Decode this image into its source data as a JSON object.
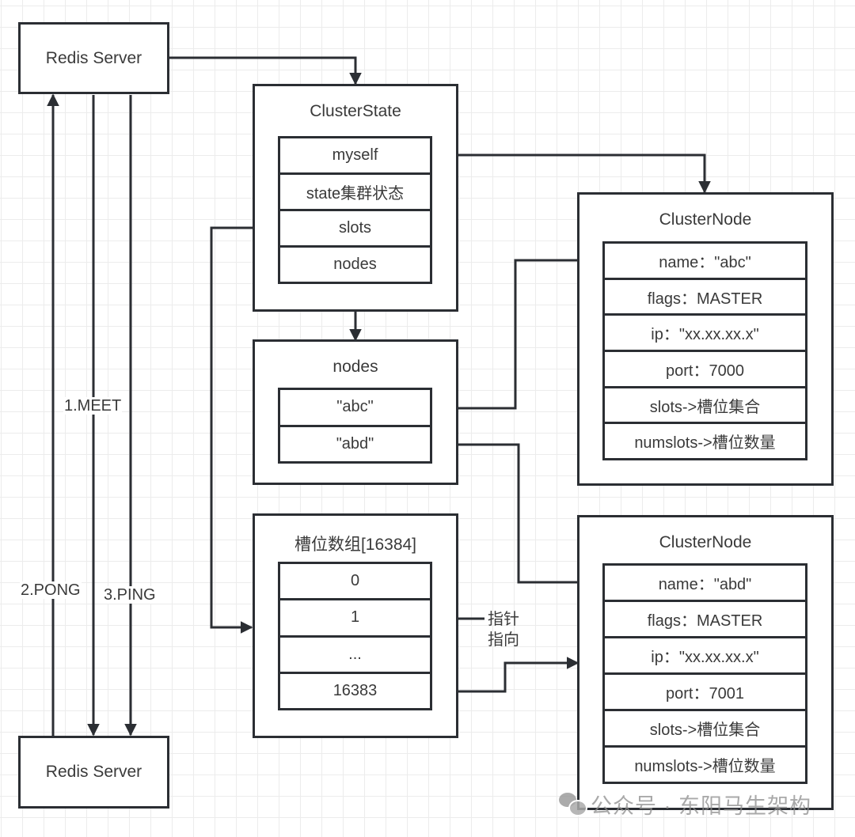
{
  "servers": {
    "top": {
      "label": "Redis Server"
    },
    "bottom": {
      "label": "Redis Server"
    }
  },
  "messages": [
    {
      "label": "1.MEET",
      "direction": "top-to-bottom"
    },
    {
      "label": "2.PONG",
      "direction": "bottom-to-top"
    },
    {
      "label": "3.PING",
      "direction": "top-to-bottom"
    }
  ],
  "cluster_state": {
    "title": "ClusterState",
    "fields": [
      "myself",
      "state集群状态",
      "slots",
      "nodes"
    ]
  },
  "nodes_dict": {
    "title": "nodes",
    "entries": [
      "\"abc\"",
      "\"abd\""
    ]
  },
  "slot_array": {
    "title": "槽位数组[16384]",
    "entries": [
      "0",
      "1",
      "...",
      "16383"
    ]
  },
  "pointer_note": {
    "line1": "指针",
    "line2": "指向"
  },
  "cluster_nodes": [
    {
      "title": "ClusterNode",
      "fields": [
        "name：\"abc\"",
        "flags：MASTER",
        "ip：\"xx.xx.xx.x\"",
        "port：7000",
        "slots->槽位集合",
        "numslots->槽位数量"
      ]
    },
    {
      "title": "ClusterNode",
      "fields": [
        "name：\"abd\"",
        "flags：MASTER",
        "ip：\"xx.xx.xx.x\"",
        "port：7001",
        "slots->槽位集合",
        "numslots->槽位数量"
      ]
    }
  ],
  "connections": [
    {
      "from": "redis-server-top",
      "to": "cluster-state"
    },
    {
      "from": "cluster-state.myself",
      "to": "cluster-node-1"
    },
    {
      "from": "cluster-state.nodes",
      "to": "nodes-dict"
    },
    {
      "from": "cluster-state.slots",
      "to": "slot-array"
    },
    {
      "from": "nodes-dict.abc",
      "to": "cluster-node-1.name"
    },
    {
      "from": "nodes-dict.abd",
      "to": "cluster-node-2.name"
    },
    {
      "from": "slot-array.1",
      "to": "cluster-node-2"
    },
    {
      "from": "slot-array.16383",
      "to": "cluster-node-2"
    }
  ],
  "watermark": {
    "text": "公众号 · 东阳马生架构",
    "icon": "wechat-icon"
  }
}
